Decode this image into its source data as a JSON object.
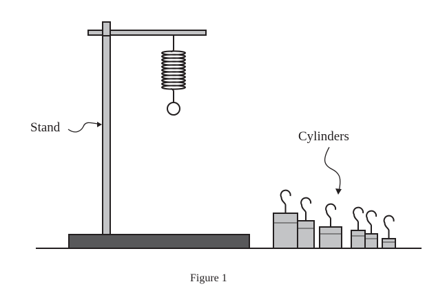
{
  "figure": {
    "caption": "Figure 1",
    "labels": {
      "stand": "Stand",
      "cylinders": "Cylinders"
    },
    "colors": {
      "outline": "#231f20",
      "light_fill": "#c3c4c6",
      "base_fill": "#58585a",
      "background": "#ffffff"
    },
    "components": [
      "stand",
      "crossbar",
      "spring",
      "ring",
      "base",
      "ground-line",
      "cylinders"
    ],
    "cylinder_count": 6
  }
}
